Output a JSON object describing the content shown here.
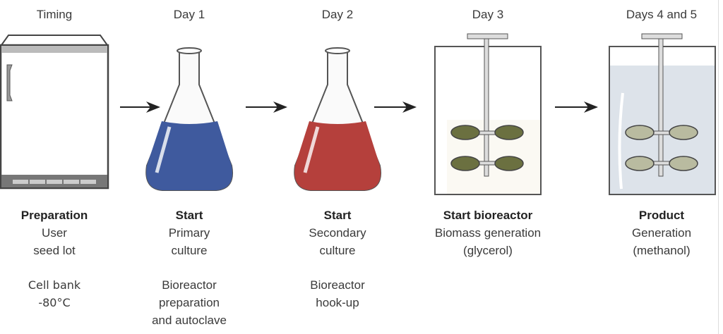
{
  "columns": [
    {
      "timing": "Timing",
      "title": "Preparation",
      "lines": [
        "User",
        "seed lot"
      ],
      "notes": [
        "Cell bank",
        "-80°C"
      ]
    },
    {
      "timing": "Day 1",
      "title": "Start",
      "lines": [
        "Primary",
        "culture"
      ],
      "notes": [
        "Bioreactor",
        "preparation",
        "and autoclave"
      ]
    },
    {
      "timing": "Day 2",
      "title": "Start",
      "lines": [
        "Secondary",
        "culture"
      ],
      "notes": [
        "Bioreactor",
        "hook-up"
      ]
    },
    {
      "timing": "Day 3",
      "title": "Start bioreactor",
      "lines": [
        "Biomass generation",
        "(glycerol)"
      ],
      "notes": []
    },
    {
      "timing": "Days 4 and 5",
      "title": "Product",
      "lines": [
        "Generation",
        "(methanol)"
      ],
      "notes": []
    }
  ],
  "colors": {
    "primary_culture": "#3f5a9e",
    "secondary_culture": "#b5403c",
    "impeller_biomass": "#6b7040",
    "impeller_product": "#b9bba0",
    "product_medium": "#dde3ea"
  }
}
